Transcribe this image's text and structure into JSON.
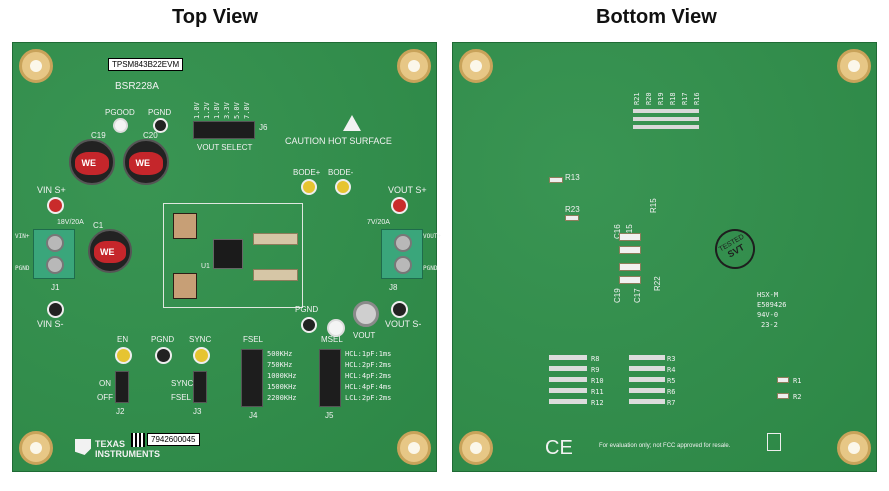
{
  "titles": {
    "top": "Top View",
    "bottom": "Bottom View"
  },
  "top": {
    "board_name": "TPSM843B22EVM",
    "board_id": "BSR228A",
    "pgood": "PGOOD",
    "pgnd_a": "PGND",
    "pgnd_b": "PGND",
    "pgnd_c": "PGND",
    "pgnd_d": "PGND",
    "c19": "C19",
    "c20": "C20",
    "c1": "C1",
    "vin_splus": "VIN S+",
    "vin_sminus": "VIN S-",
    "vout_splus": "VOUT S+",
    "vout_sminus": "VOUT S-",
    "vin_range": "18V/20A",
    "vout_range": "7V/20A",
    "j1": "J1",
    "j8": "J8",
    "vin_plus": "VIN+",
    "pgnd_left": "PGND",
    "vout_plus": "VOUT+",
    "pgnd_right": "PGND",
    "bode_plus": "BODE+",
    "bode_minus": "BODE-",
    "caution": "CAUTION HOT SURFACE",
    "j6": "J6",
    "vout_select": "VOUT SELECT",
    "vout_options": [
      "1.0V",
      "1.2V",
      "1.8V",
      "3.3V",
      "5.0V",
      "7.0V"
    ],
    "vout_tp": "VOUT",
    "en": "EN",
    "sync": "SYNC",
    "on": "ON",
    "off": "OFF",
    "j2": "J2",
    "sync_lbl": "SYNC",
    "fsel_lbl": "FSEL",
    "j3": "J3",
    "fsel_title": "FSEL",
    "fsel_options": [
      "500KHz",
      "750KHz",
      "1000KHz",
      "1500KHz",
      "2200KHz"
    ],
    "j4": "J4",
    "msel_title": "MSEL",
    "msel_options": [
      "HCL:1pF:1ms",
      "HCL:2pF:2ms",
      "HCL:4pF:2ms",
      "HCL:4pF:4ms",
      "LCL:2pF:2ms"
    ],
    "j5": "J5",
    "serial": "7942600045",
    "ti_line1": "TEXAS",
    "ti_line2": "INSTRUMENTS",
    "u1": "U1"
  },
  "bottom": {
    "r_top": [
      "R21",
      "R20",
      "R19",
      "R18",
      "R17",
      "R16"
    ],
    "r13": "R13",
    "r23": "R23",
    "r15": "R15",
    "c16": "C16",
    "c15": "C15",
    "c19b": "C19",
    "c17": "C17",
    "r22": "R22",
    "stamp_line1": "TESTED",
    "stamp_line2": "SVT",
    "hsx": "HSX-M",
    "e_number": "E509426",
    "rating": "94V-0",
    "date_code": "23-2",
    "r_left": [
      "R8",
      "R9",
      "R10",
      "R11",
      "R12"
    ],
    "r_right": [
      "R3",
      "R4",
      "R5",
      "R6",
      "R7"
    ],
    "r1": "R1",
    "r2": "R2",
    "ce": "CE",
    "disclaimer": "For evaluation only; not FCC approved for resale."
  }
}
